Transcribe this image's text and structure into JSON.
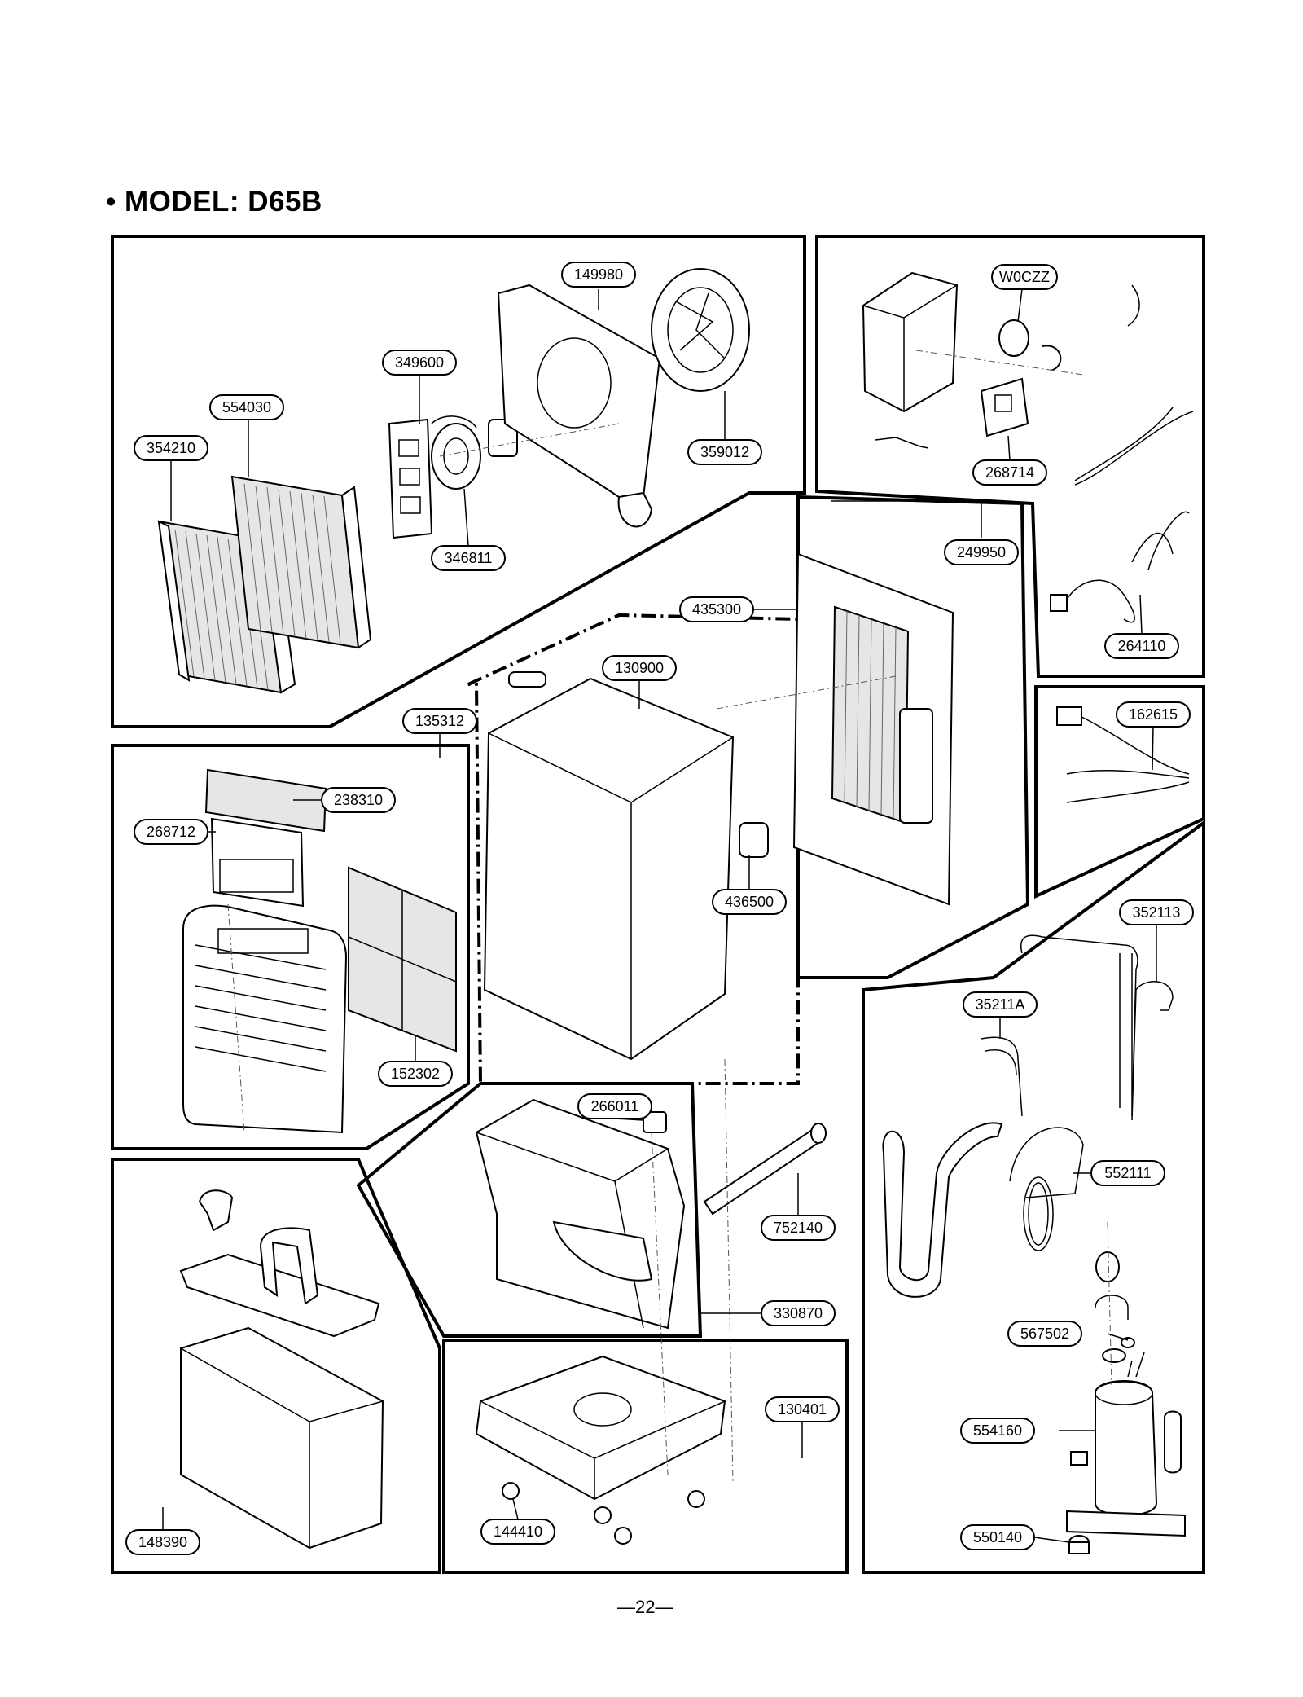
{
  "title": "• MODEL: D65B",
  "page_number": "—22—",
  "parts": [
    {
      "id": "149980"
    },
    {
      "id": "349600"
    },
    {
      "id": "554030"
    },
    {
      "id": "354210"
    },
    {
      "id": "359012"
    },
    {
      "id": "346811"
    },
    {
      "id": "W0CZZ"
    },
    {
      "id": "268714"
    },
    {
      "id": "249950"
    },
    {
      "id": "264110"
    },
    {
      "id": "435300"
    },
    {
      "id": "130900"
    },
    {
      "id": "135312"
    },
    {
      "id": "238310"
    },
    {
      "id": "268712"
    },
    {
      "id": "436500"
    },
    {
      "id": "162615"
    },
    {
      "id": "352113"
    },
    {
      "id": "35211A"
    },
    {
      "id": "552111"
    },
    {
      "id": "152302"
    },
    {
      "id": "266011"
    },
    {
      "id": "752140"
    },
    {
      "id": "330870"
    },
    {
      "id": "567502"
    },
    {
      "id": "130401"
    },
    {
      "id": "554160"
    },
    {
      "id": "550140"
    },
    {
      "id": "148390"
    },
    {
      "id": "144410"
    }
  ]
}
